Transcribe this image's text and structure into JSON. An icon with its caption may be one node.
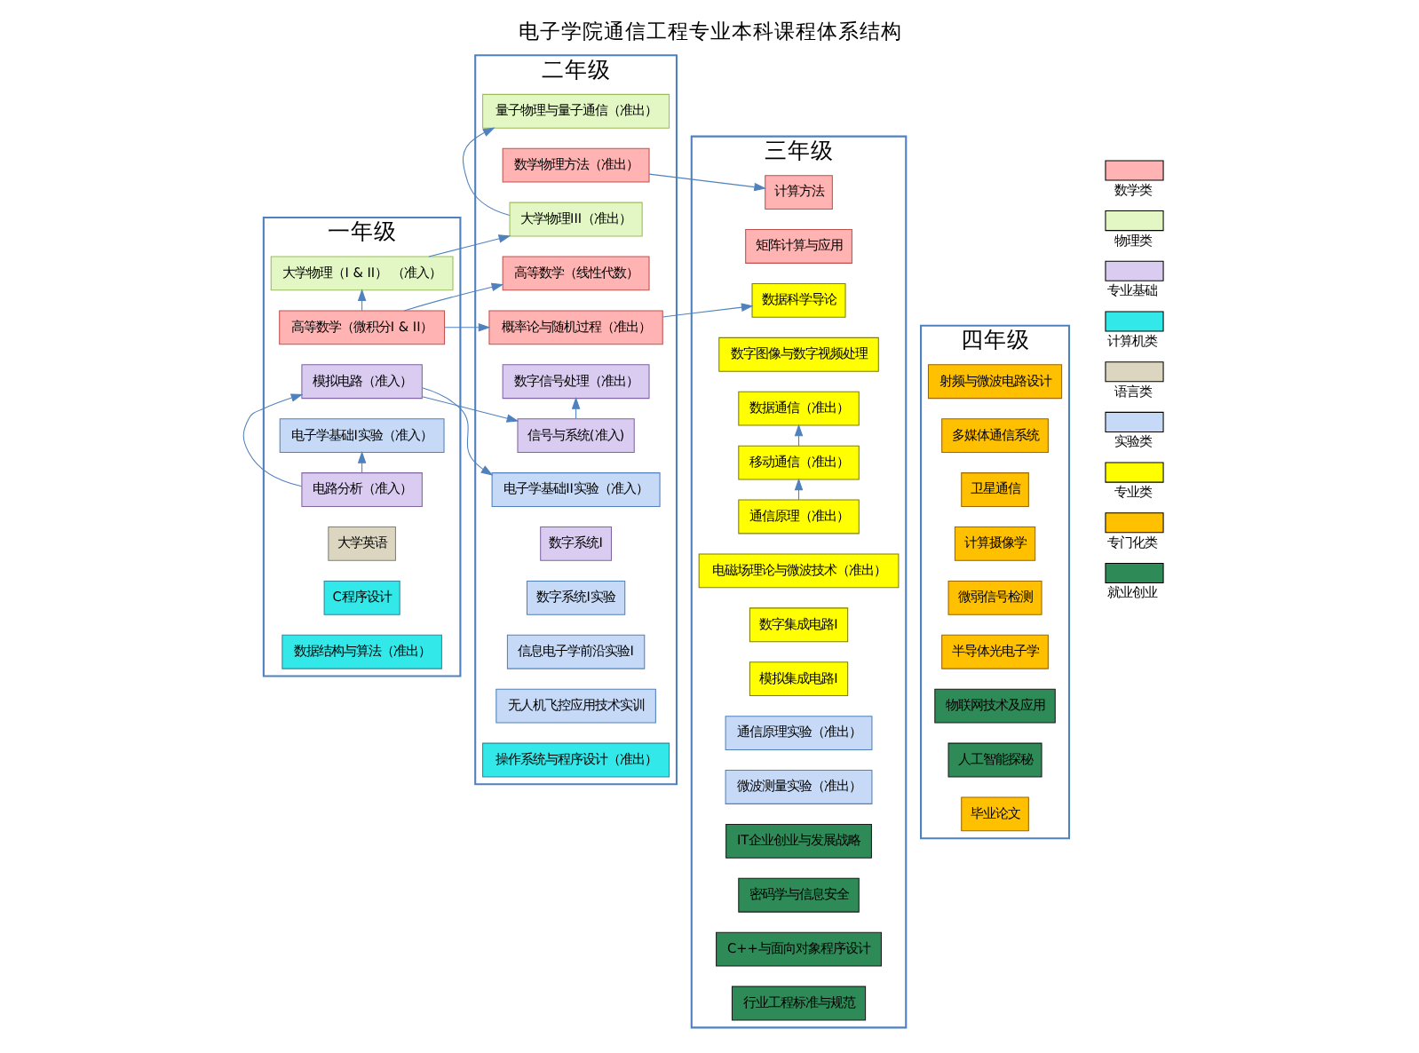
{
  "diagram": {
    "title": "电子学院通信工程专业本科课程体系结构",
    "nodes": [
      {
        "text": [
          "一年级"
        ]
      },
      {
        "text": [
          "高等数学（微积分I & II）"
        ],
        "in": 0
      },
      {
        "text": [
          "大学物理（I & II） （准入）"
        ],
        "in": 0
      },
      {
        "text": [
          "电路分析（准入）"
        ],
        "in": 0
      },
      {
        "text": [
          "模拟电路（准入）"
        ],
        "in": 0
      },
      {
        "text": [
          "电子学基础I实验（准入）"
        ],
        "in": 0
      },
      {
        "text": [
          "大学英语"
        ],
        "in": 0
      },
      {
        "text": [
          "C程序设计"
        ],
        "in": 0
      },
      {
        "text": [
          "数据结构与算法（准出）"
        ],
        "in": 0
      },
      {
        "text": [
          "二年级"
        ]
      },
      {
        "text": [
          "高等数学（线性代数）"
        ],
        "in": 9
      },
      {
        "text": [
          "数学物理方法（准出）"
        ],
        "in": 9
      },
      {
        "text": [
          "概率论与随机过程（准出）"
        ],
        "in": 9
      },
      {
        "text": [
          "大学物理III（准出）"
        ],
        "in": 9
      },
      {
        "text": [
          "量子物理与量子通信（准出）"
        ],
        "in": 9
      },
      {
        "text": [
          "信号与系统(准入)"
        ],
        "in": 9
      },
      {
        "text": [
          "数字信号处理（准出）"
        ],
        "in": 9
      },
      {
        "text": [
          "电子学基础II实验（准入）"
        ],
        "in": 9
      },
      {
        "text": [
          "数字系统I"
        ],
        "in": 9
      },
      {
        "text": [
          "数字系统I实验"
        ],
        "in": 9
      },
      {
        "text": [
          "信息电子学前沿实验I"
        ],
        "in": 9
      },
      {
        "text": [
          "无人机飞控应用技术实训"
        ],
        "in": 9
      },
      {
        "text": [
          "操作系统与程序设计（准出）"
        ],
        "in": 9
      },
      {
        "text": [
          "三年级"
        ]
      },
      {
        "text": [
          "计算方法"
        ],
        "in": 23
      },
      {
        "text": [
          "矩阵计算与应用"
        ],
        "in": 23
      },
      {
        "text": [
          "数据科学导论"
        ],
        "in": 23
      },
      {
        "text": [
          "数字图像与数字视频处理"
        ],
        "in": 23
      },
      {
        "text": [
          "通信原理（准出）"
        ],
        "in": 23
      },
      {
        "text": [
          "移动通信（准出）"
        ],
        "in": 23
      },
      {
        "text": [
          "数据通信（准出）"
        ],
        "in": 23
      },
      {
        "text": [
          "电磁场理论与微波技术（准出）"
        ],
        "in": 23
      },
      {
        "text": [
          "数字集成电路I"
        ],
        "in": 23
      },
      {
        "text": [
          "模拟集成电路I"
        ],
        "in": 23
      },
      {
        "text": [
          "通信原理实验（准出）"
        ],
        "in": 23
      },
      {
        "text": [
          "微波测量实验（准出）"
        ],
        "in": 23
      },
      {
        "text": [
          "IT企业创业与发展战略"
        ],
        "in": 23
      },
      {
        "text": [
          "密码学与信息安全"
        ],
        "in": 23
      },
      {
        "text": [
          "C++与面向对象程序设计"
        ],
        "in": 23
      },
      {
        "text": [
          "行业工程标准与规范"
        ],
        "in": 23
      },
      {
        "text": [
          "四年级"
        ]
      },
      {
        "text": [
          "射频与微波电路设计"
        ],
        "in": 40
      },
      {
        "text": [
          "多媒体通信系统"
        ],
        "in": 40
      },
      {
        "text": [
          "卫星通信"
        ],
        "in": 40
      },
      {
        "text": [
          "计算摄像学"
        ],
        "in": 40
      },
      {
        "text": [
          "微弱信号检测"
        ],
        "in": 40
      },
      {
        "text": [
          "半导体光电子学"
        ],
        "in": 40
      },
      {
        "text": [
          "物联网技术及应用"
        ],
        "in": 40
      },
      {
        "text": [
          "人工智能探秘"
        ],
        "in": 40
      },
      {
        "text": [
          "毕业论文"
        ],
        "in": 40
      }
    ],
    "edges": [
      {
        "from": 1,
        "to": 10,
        "arrow": "to"
      },
      {
        "from": 1,
        "to": 2,
        "arrow": "to"
      },
      {
        "from": 1,
        "to": 12,
        "arrow": "to"
      },
      {
        "from": 11,
        "to": 24,
        "arrow": "to"
      },
      {
        "from": 12,
        "to": 26,
        "arrow": "to"
      },
      {
        "from": 2,
        "to": 13,
        "arrow": "to"
      },
      {
        "from": 13,
        "to": 14,
        "arrow": "to"
      },
      {
        "from": 3,
        "to": 4,
        "arrow": "to"
      },
      {
        "from": 4,
        "to": 15,
        "arrow": "to"
      },
      {
        "from": 4,
        "to": 17,
        "arrow": "to"
      },
      {
        "from": 3,
        "to": 5,
        "arrow": "to"
      },
      {
        "from": 15,
        "to": 16,
        "arrow": "to"
      },
      {
        "from": 28,
        "to": 29,
        "arrow": "to"
      },
      {
        "from": 29,
        "to": 30,
        "arrow": "to"
      }
    ],
    "legend": [
      {
        "text": "数学类",
        "color": "#ffb3b3"
      },
      {
        "text": "物理类",
        "color": "#e2f7c4"
      },
      {
        "text": "专业基础",
        "color": "#d9ccf0"
      },
      {
        "text": "计算机类",
        "color": "#33e8e8"
      },
      {
        "text": "语言类",
        "color": "#dcd6c0"
      },
      {
        "text": "实验类",
        "color": "#c6daf8"
      },
      {
        "text": "专业类",
        "color": "#ffff00"
      },
      {
        "text": "专门化类",
        "color": "#ffc000"
      },
      {
        "text": "就业创业",
        "color": "#2e8b57"
      }
    ]
  }
}
